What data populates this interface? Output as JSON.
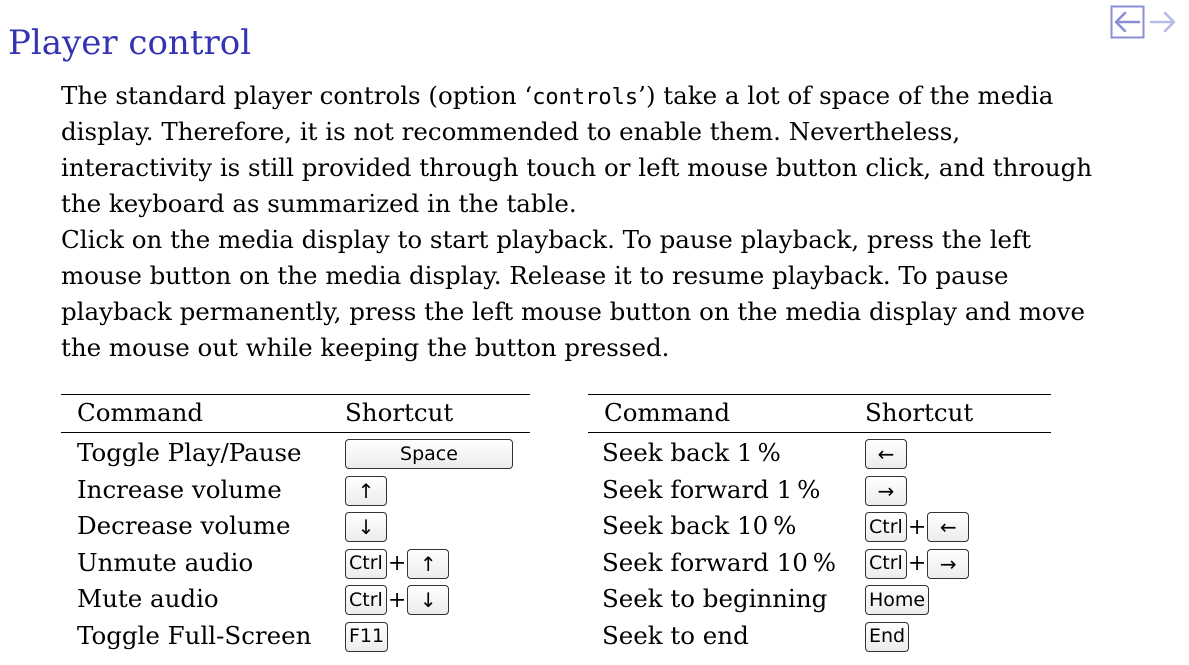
{
  "page": {
    "title": "Player control",
    "title_color": "#3333b3"
  },
  "nav": {
    "back_icon": "arrow-left-icon",
    "forward_icon": "arrow-right-icon",
    "color": "#8a8fd6"
  },
  "paragraph1": {
    "line1_pre": "The standard player controls (option ‘",
    "line1_code": "controls",
    "line1_post": "’) take a lot of space of the media",
    "line2": "display. Therefore, it is not recommended to enable them. Nevertheless,",
    "line3": "interactivity is still provided through touch or left mouse button click, and through",
    "line4": "the keyboard as summarized in the table."
  },
  "paragraph2": {
    "line1": "Click on the media display to start playback. To pause playback, press the left",
    "line2": "mouse button on the media display. Release it to resume playback. To pause",
    "line3": "playback permanently, press the left mouse button on the media display and move",
    "line4": "the mouse out while keeping the button pressed."
  },
  "table_left": {
    "headers": [
      "Command",
      "Shortcut"
    ],
    "rows": [
      {
        "command": "Toggle Play/Pause",
        "keys": [
          "Space"
        ]
      },
      {
        "command": "Increase volume",
        "keys": [
          "↑"
        ]
      },
      {
        "command": "Decrease volume",
        "keys": [
          "↓"
        ]
      },
      {
        "command": "Unmute audio",
        "keys": [
          "Ctrl",
          "↑"
        ]
      },
      {
        "command": "Mute audio",
        "keys": [
          "Ctrl",
          "↓"
        ]
      },
      {
        "command": "Toggle Full-Screen",
        "keys": [
          "F11"
        ]
      }
    ]
  },
  "table_right": {
    "headers": [
      "Command",
      "Shortcut"
    ],
    "rows": [
      {
        "command": "Seek back 1 %",
        "keys": [
          "←"
        ]
      },
      {
        "command": "Seek forward 1 %",
        "keys": [
          "→"
        ]
      },
      {
        "command": "Seek back 10 %",
        "keys": [
          "Ctrl",
          "←"
        ]
      },
      {
        "command": "Seek forward 10 %",
        "keys": [
          "Ctrl",
          "→"
        ]
      },
      {
        "command": "Seek to beginning",
        "keys": [
          "Home"
        ]
      },
      {
        "command": "Seek to end",
        "keys": [
          "End"
        ]
      }
    ]
  },
  "key_separator": "+"
}
